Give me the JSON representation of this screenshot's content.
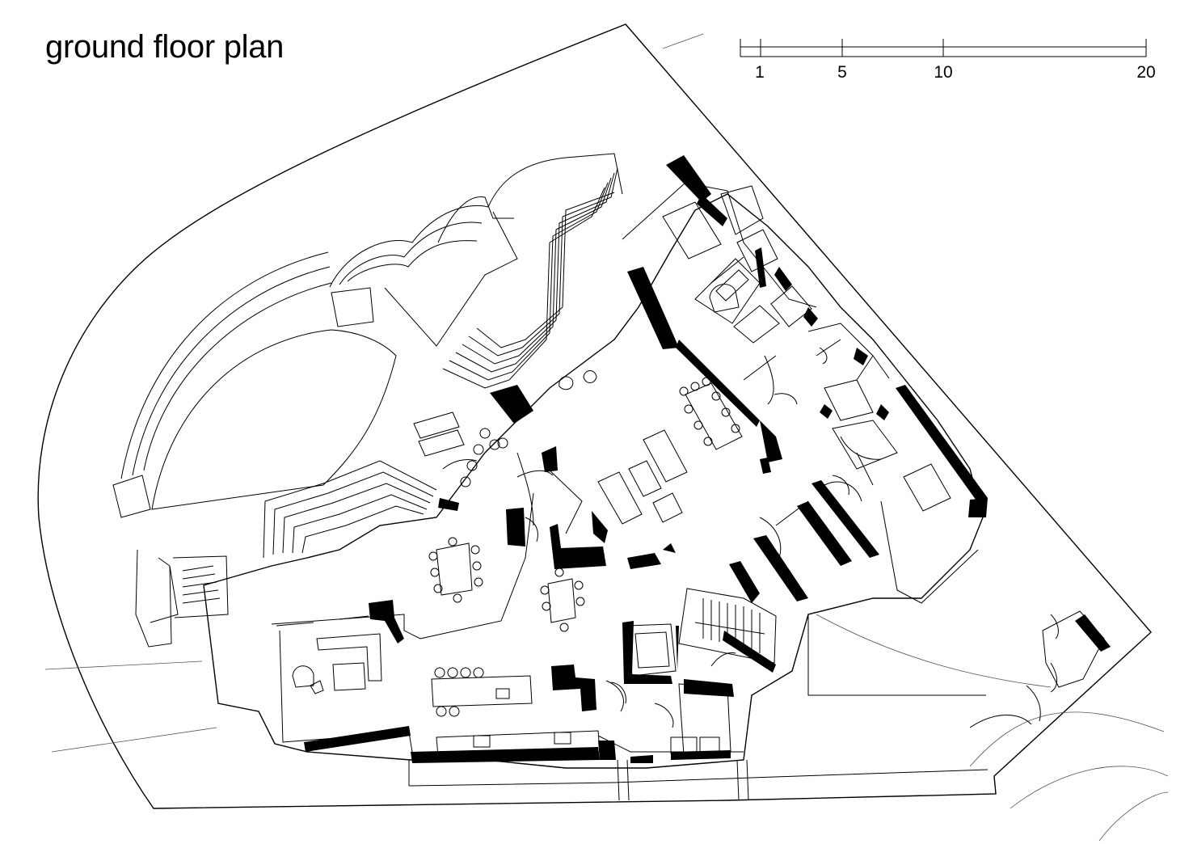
{
  "title": "ground floor plan",
  "scale_bar": {
    "ticks": [
      {
        "label": "1"
      },
      {
        "label": "5"
      },
      {
        "label": "10"
      },
      {
        "label": "20"
      }
    ]
  },
  "colors": {
    "ink": "#000000",
    "paper": "#ffffff"
  }
}
